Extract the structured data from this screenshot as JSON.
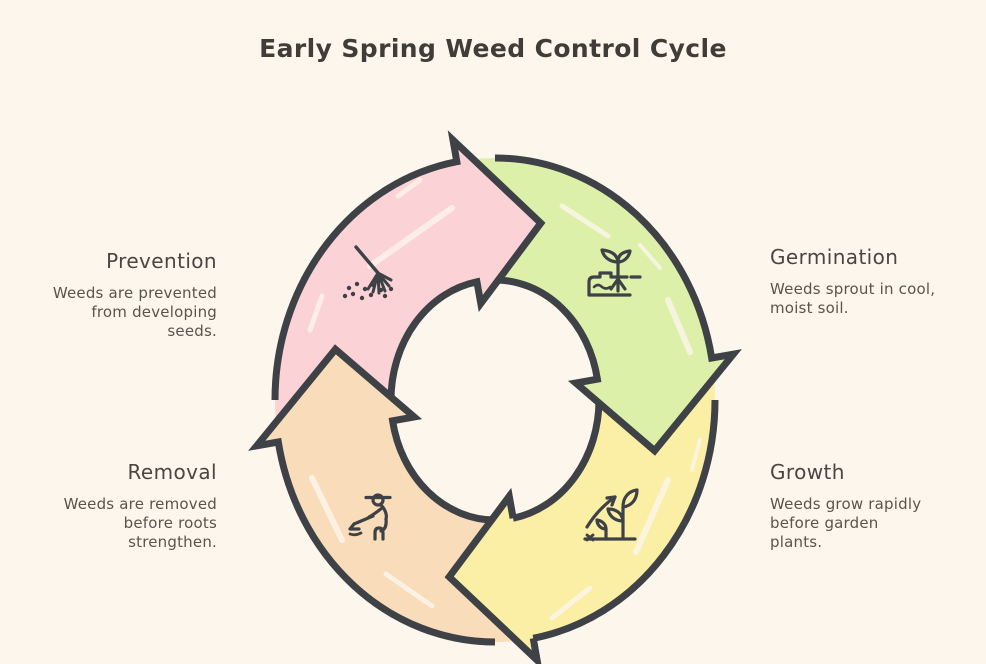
{
  "title": "Early Spring Weed Control Cycle",
  "colors": {
    "background": "#fdf6ec",
    "outline": "#3e4145",
    "title_text": "#403c38",
    "heading_text": "#4a4541",
    "body_text": "#5a544c"
  },
  "steps": [
    {
      "label": "Prevention",
      "description": "Weeds are prevented from developing seeds.",
      "color": "#fbd2d6",
      "icon": "rake-sweeping-seeds-icon",
      "position": "top-left"
    },
    {
      "label": "Germination",
      "description": "Weeds sprout in cool, moist soil.",
      "color": "#ddf0aa",
      "icon": "seedling-in-soil-icon",
      "position": "top-right"
    },
    {
      "label": "Growth",
      "description": "Weeds grow rapidly before garden plants.",
      "color": "#faefa5",
      "icon": "growing-plant-arrow-icon",
      "position": "bottom-right"
    },
    {
      "label": "Removal",
      "description": "Weeds are removed before roots strengthen.",
      "color": "#f9dcba",
      "icon": "person-pulling-weed-icon",
      "position": "bottom-left"
    }
  ]
}
